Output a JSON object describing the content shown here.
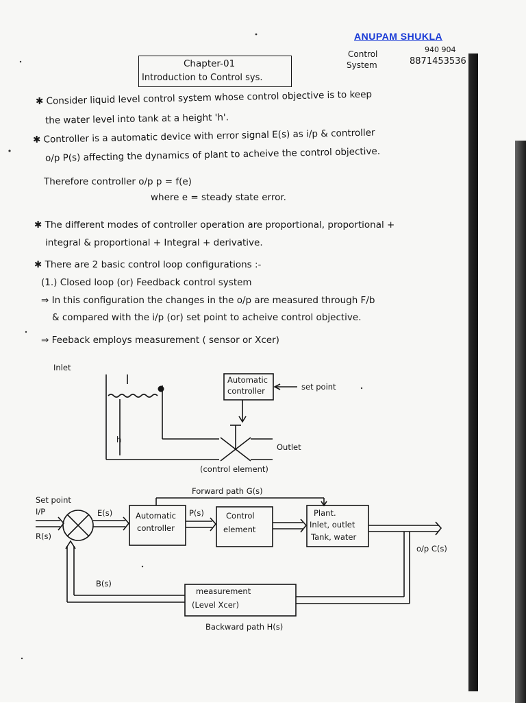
{
  "header": {
    "author": "ANUPAM SHUKLA",
    "subject_line1": "Control",
    "subject_line2": "System",
    "phone_top": "940 904",
    "phone": "8871453536"
  },
  "chapter": {
    "title": "Chapter-01",
    "subtitle": "Introduction to Control sys."
  },
  "notes": {
    "p1_l1": "✱ Consider liquid level control system whose control objective is to keep",
    "p1_l2": "the water level into tank at a height 'h'.",
    "p2_l1": "✱ Controller is a automatic device with error signal E(s) as i/p & controller",
    "p2_l2": "o/p P(s) affecting the dynamics of plant to acheive the control objective.",
    "p2_l3": "Therefore controller o/p  p = f(e)",
    "p2_l4": "where  e = steady state error.",
    "p3_l1": "✱ The different modes of controller operation are proportional, proportional +",
    "p3_l2": "integral & proportional + Integral + derivative.",
    "p4_l1": "✱ There are 2 basic control loop configurations :-",
    "p4_l2": "(1.) Closed loop (or) Feedback control system",
    "p4_l3": "⇒ In this configuration the changes in the o/p are measured through F/b",
    "p4_l4": "& compared with the i/p (or) set point to acheive control objective.",
    "p4_l5": "⇒ Feeback employs measurement ( sensor or Xcer)"
  },
  "tank_diagram": {
    "inlet": "Inlet",
    "controller_l1": "Automatic",
    "controller_l2": "controller",
    "set_point": "set point",
    "outlet": "Outlet",
    "height": "h",
    "control_element": "(control element)"
  },
  "block_diagram": {
    "forward_path": "Forward path G(s)",
    "set_point": "Set point",
    "input": "I/P",
    "r_s": "R(s)",
    "e_s": "E(s)",
    "p_s": "P(s)",
    "controller_l1": "Automatic",
    "controller_l2": "controller",
    "element_l1": "Control",
    "element_l2": "element",
    "plant_l1": "Plant.",
    "plant_l2": "Inlet, outlet",
    "plant_l3": "Tank, water",
    "output": "o/p C(s)",
    "b_s": "B(s)",
    "measure_l1": "measurement",
    "measure_l2": "(Level Xcer)",
    "backward_path": "Backward path H(s)"
  }
}
